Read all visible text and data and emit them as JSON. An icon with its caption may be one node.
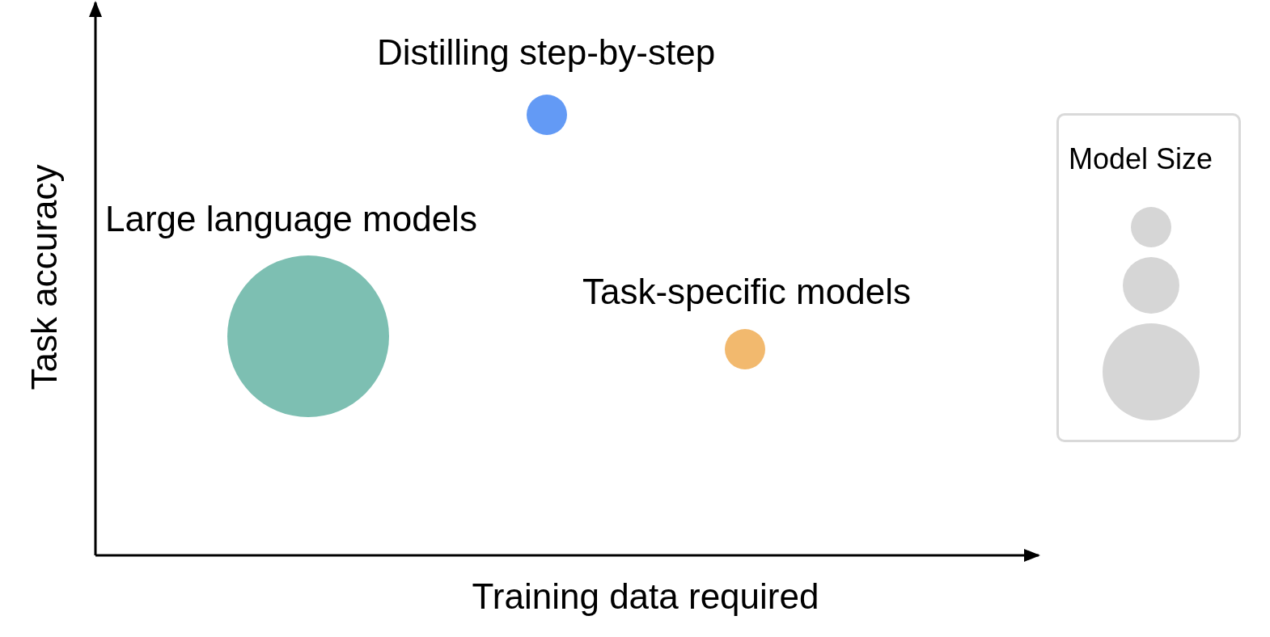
{
  "diagram": {
    "nodes": [
      {
        "text": [
          "Distilling step-by-step"
        ]
      },
      {
        "text": [
          "Large language models"
        ]
      },
      {
        "text": [
          "Task-specific models"
        ]
      },
      {
        "text": [
          "Model Size"
        ]
      },
      {
        "text": [],
        "shape": "circle",
        "in": 3
      },
      {
        "text": [],
        "shape": "circle",
        "in": 3
      },
      {
        "text": [],
        "shape": "circle",
        "in": 3
      }
    ],
    "edges": [],
    "labels": [
      "Task accuracy",
      "Training data required"
    ]
  }
}
